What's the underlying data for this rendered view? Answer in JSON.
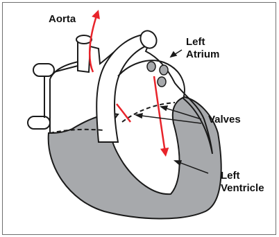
{
  "labels": {
    "aorta": "Aorta",
    "left_atrium_line1": "Left",
    "left_atrium_line2": "Atrium",
    "valves": "Valves",
    "left_ventricle_line1": "Left",
    "left_ventricle_line2": "Ventricle"
  },
  "colors": {
    "outline": "#1a1a1a",
    "muscle_fill": "#a7a9ac",
    "flow_arrow": "#e8232a",
    "background": "#ffffff"
  }
}
